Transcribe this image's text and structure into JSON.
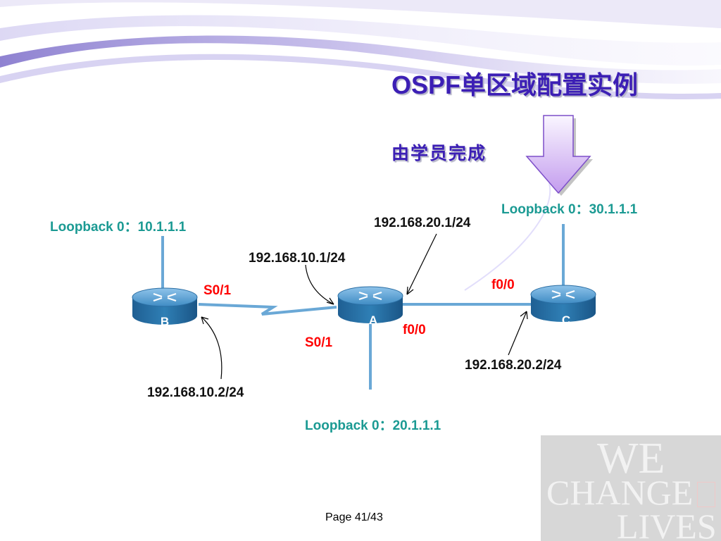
{
  "slide": {
    "title": "OSPF单区域配置实例",
    "subtitle": "由学员完成",
    "page": "Page 41/43"
  },
  "colors": {
    "title": "#3c1fb5",
    "loopback_label": "#1b9a93",
    "interface_label": "#ff0000",
    "ip_label": "#111111",
    "router_body": "#2f7fb5",
    "link": "#6aa8d6",
    "arrow_fill": "#c9a6f0"
  },
  "routers": {
    "a": {
      "label": "A",
      "icon": "router-icon"
    },
    "b": {
      "label": "B",
      "icon": "router-icon"
    },
    "c": {
      "label": "C",
      "icon": "router-icon"
    }
  },
  "labels": {
    "loopback_b": "Loopback 0：10.1.1.1",
    "loopback_a": "Loopback 0：20.1.1.1",
    "loopback_c": "Loopback 0：30.1.1.1",
    "ip_a_s01": "192.168.10.1/24",
    "ip_b_s01": "192.168.10.2/24",
    "ip_a_f00": "192.168.20.1/24",
    "ip_c_f00": "192.168.20.2/24",
    "if_b_s01": "S0/1",
    "if_a_s01": "S0/1",
    "if_a_f00": "f0/0",
    "if_c_f00": "f0/0"
  },
  "watermark": {
    "line1": "WE",
    "line2": "CHANGE",
    "line3": "LIVES"
  }
}
